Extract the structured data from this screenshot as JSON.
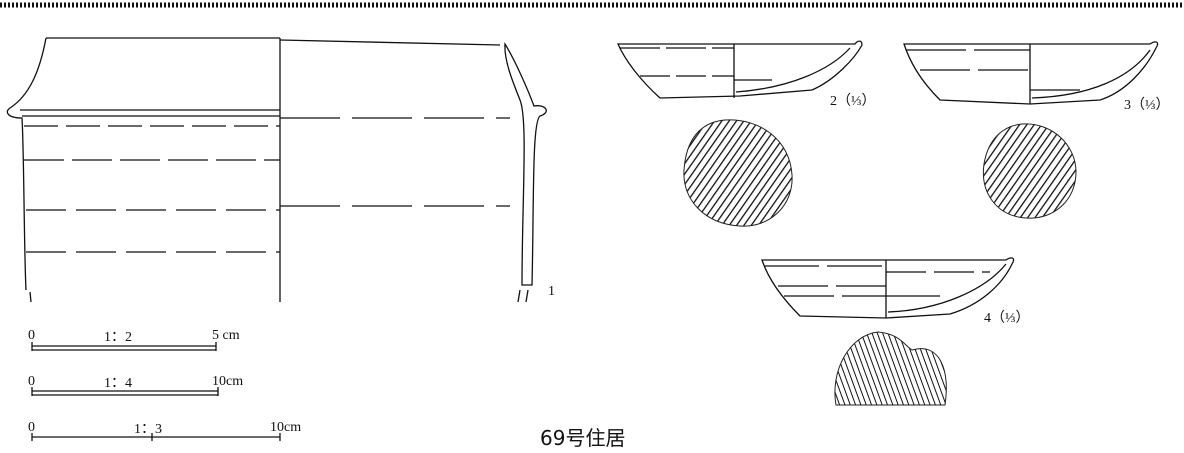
{
  "title": "69号住居",
  "figures": [
    {
      "id": "1",
      "label": "1"
    },
    {
      "id": "2",
      "label": "2（⅓）"
    },
    {
      "id": "3",
      "label": "3（⅓）"
    },
    {
      "id": "4",
      "label": "4（⅓）"
    }
  ],
  "scale_bars": [
    {
      "start": "0",
      "ratio": "1：2",
      "end": "5 cm"
    },
    {
      "start": "0",
      "ratio": "1：4",
      "end": "10cm"
    },
    {
      "start": "0",
      "ratio": "1：3",
      "end": "10cm"
    }
  ]
}
